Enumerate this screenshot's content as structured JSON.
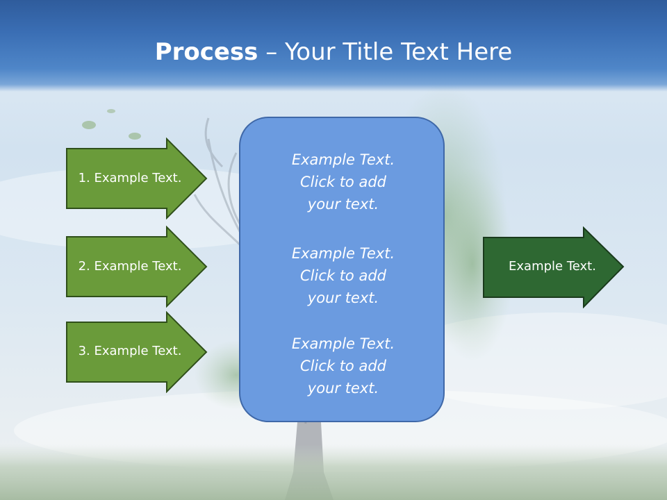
{
  "title": {
    "bold": "Process",
    "rest": " – Your Title Text Here"
  },
  "inputs": [
    {
      "label": "1. Example Text."
    },
    {
      "label": "2. Example Text."
    },
    {
      "label": "3. Example Text."
    }
  ],
  "center": [
    {
      "text": "Example Text.\nClick  to add\nyour text."
    },
    {
      "text": "Example Text.\nClick  to add\nyour text."
    },
    {
      "text": "Example Text.\nClick  to add\nyour text."
    }
  ],
  "output": {
    "label": "Example Text."
  },
  "colors": {
    "input_arrow": "#6a9b3a",
    "output_arrow": "#2e6832",
    "center_box": "#6b9be0",
    "header": "#3a6eb4"
  }
}
